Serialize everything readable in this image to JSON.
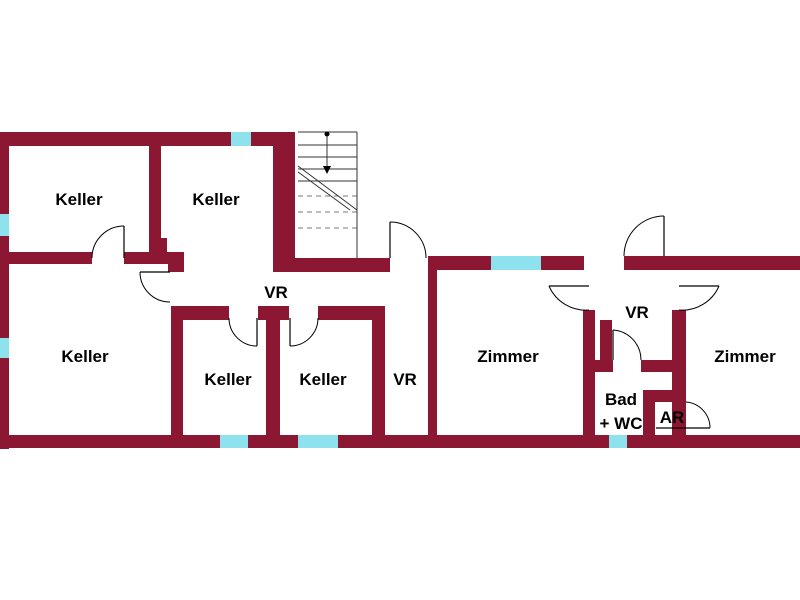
{
  "plan": {
    "colors": {
      "wall": "#8b1733",
      "window": "#8ee2ee",
      "background": "#ffffff",
      "label": "#000000"
    },
    "rooms": [
      {
        "id": "keller-1",
        "label": "Keller"
      },
      {
        "id": "keller-2",
        "label": "Keller"
      },
      {
        "id": "keller-3",
        "label": "Keller"
      },
      {
        "id": "keller-4",
        "label": "Keller"
      },
      {
        "id": "keller-5",
        "label": "Keller"
      },
      {
        "id": "vr-1",
        "label": "VR"
      },
      {
        "id": "vr-2",
        "label": "VR"
      },
      {
        "id": "vr-3",
        "label": "VR"
      },
      {
        "id": "zimmer-1",
        "label": "Zimmer"
      },
      {
        "id": "zimmer-2",
        "label": "Zimmer"
      },
      {
        "id": "bad-wc",
        "label": "Bad",
        "label_line2": "+ WC"
      },
      {
        "id": "ar",
        "label": "AR"
      }
    ],
    "icons": [
      "stair-arrow-icon",
      "door-swing-icon",
      "window-icon"
    ]
  }
}
